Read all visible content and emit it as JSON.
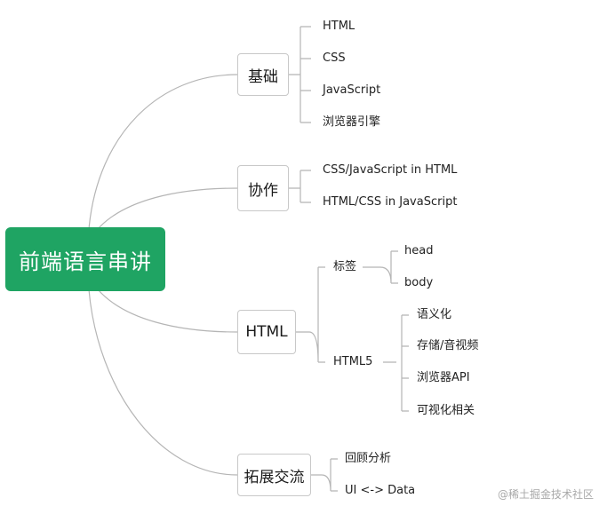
{
  "root": {
    "label": "前端语言串讲",
    "color": "#1fa463"
  },
  "branches": [
    {
      "label": "基础",
      "leaves": [
        "HTML",
        "CSS",
        "JavaScript",
        "浏览器引擎"
      ]
    },
    {
      "label": "协作",
      "leaves": [
        "CSS/JavaScript in HTML",
        "HTML/CSS in JavaScript"
      ]
    },
    {
      "label": "HTML",
      "groups": [
        {
          "label": "标签",
          "leaves": [
            "head",
            "body"
          ]
        },
        {
          "label": "HTML5",
          "leaves": [
            "语义化",
            "存储/音视频",
            "浏览器API",
            "可视化相关"
          ]
        }
      ]
    },
    {
      "label": "拓展交流",
      "leaves": [
        "回顾分析",
        "UI <-> Data"
      ]
    }
  ],
  "watermark": "@稀土掘金技术社区"
}
